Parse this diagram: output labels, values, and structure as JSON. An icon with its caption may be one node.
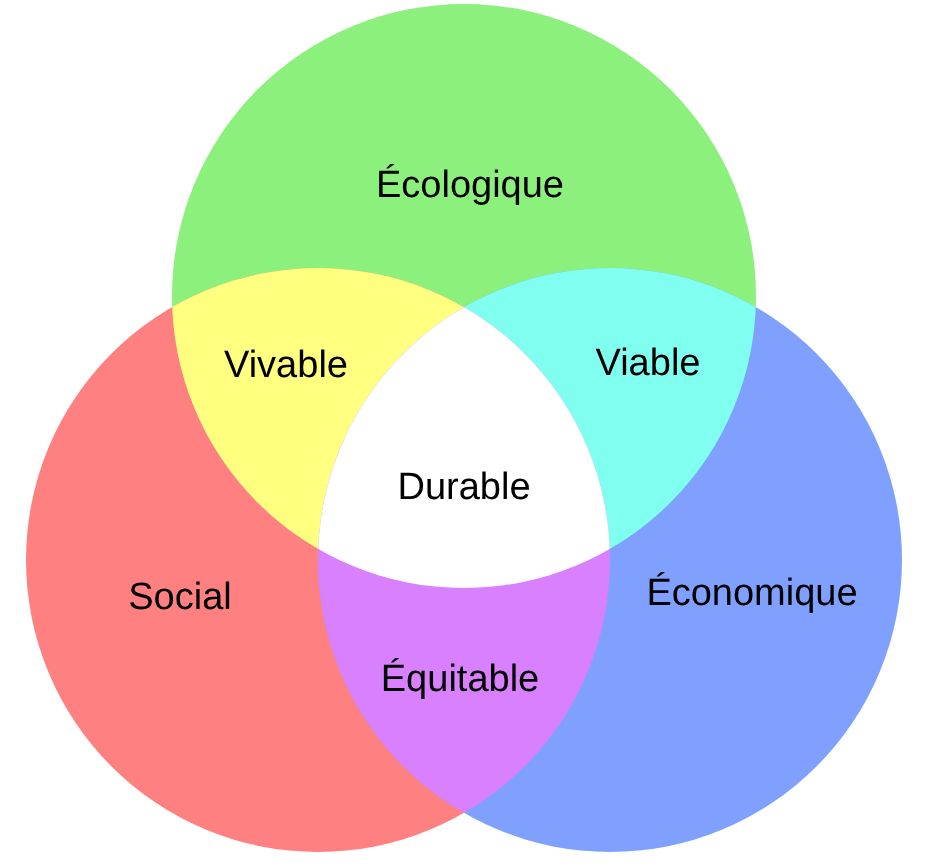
{
  "diagram": {
    "nodes": [
      {
        "text": [
          "Écologique"
        ]
      },
      {
        "text": [
          "Social"
        ]
      },
      {
        "text": [
          "Économique"
        ]
      }
    ],
    "labels": [
      "Vivable",
      "Viable",
      "Durable",
      "Équitable"
    ]
  }
}
